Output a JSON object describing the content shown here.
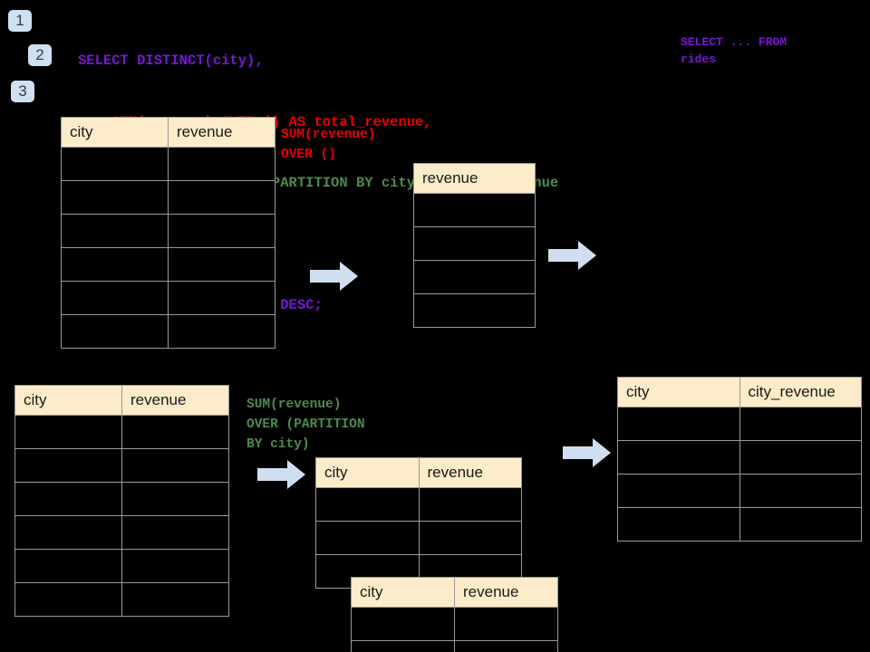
{
  "steps": [
    {
      "label": "1"
    },
    {
      "label": "2"
    },
    {
      "label": "3"
    }
  ],
  "sql": {
    "line1": "SELECT DISTINCT(city),",
    "line2": "    SUM(revenue) OVER () AS total_revenue,",
    "line3": "    SUM(revenue) OVER (PARTITION BY city) as city_revenue",
    "line4": "  FROM rides",
    "line5": "  ORDER by city_revenue DESC;",
    "colors": {
      "purple": "#7a16d6",
      "red": "#ee0000",
      "green": "#4d8b4d"
    }
  },
  "annotations": {
    "select_from_rides": "SELECT ... FROM\nrides",
    "sum_over_empty": "SUM(revenue)\nOVER ()",
    "sum_over_partition": "SUM(revenue)\nOVER (PARTITION\nBY city)"
  },
  "headers": {
    "city": "city",
    "revenue": "revenue",
    "city_revenue": "city_revenue"
  },
  "tables": [
    {
      "name": "rides-source-table",
      "columns": [
        "city",
        "revenue"
      ],
      "row_count": 6
    },
    {
      "name": "total-revenue-table",
      "columns": [
        "revenue"
      ],
      "row_count": 4
    },
    {
      "name": "rides-source-table-lower",
      "columns": [
        "city",
        "revenue"
      ],
      "row_count": 6
    },
    {
      "name": "partition-group-table-a",
      "columns": [
        "city",
        "revenue"
      ],
      "row_count": 3
    },
    {
      "name": "partition-group-table-b",
      "columns": [
        "city",
        "revenue"
      ],
      "row_count": 2
    },
    {
      "name": "city-revenue-result-table",
      "columns": [
        "city",
        "city_revenue"
      ],
      "row_count": 4
    }
  ],
  "arrows": {
    "count": 4,
    "color": "#cfdff1"
  },
  "theme": {
    "background": "#000000",
    "header_fill": "#fcecc9",
    "grid_line": "#9a9a9a",
    "badge_fill": "#cfe0f2"
  }
}
